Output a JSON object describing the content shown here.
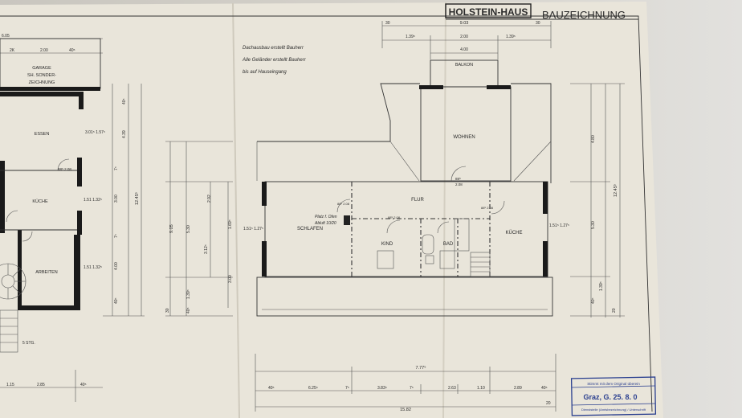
{
  "title_block": {
    "brand": "HOLSTEIN-HAUS",
    "sheet": "BAUZEICHNUNG"
  },
  "notes": {
    "line1": "Dachausbau erstellt Bauherr",
    "line2": "Alle Geländer erstellt Bauherr",
    "line3": "bis auf Hauseingang"
  },
  "upper_floor": {
    "rooms": {
      "balkon": "BALKON",
      "wohnen": "WOHNEN",
      "flur": "FLUR",
      "schlafen": "SCHLAFEN",
      "kind": "KIND",
      "bad": "BAD",
      "kueche": "KÜCHE"
    },
    "notes": {
      "platz": "Platz f. Ofen",
      "abluft": "Abluft 10/20"
    },
    "door_heights": [
      "88⁵",
      "2.08",
      "2.08",
      "88⁵ 2.08",
      "88⁵ 2.08",
      "88⁵ 2.08"
    ],
    "dimensions": {
      "top_total": "9.03",
      "top_parts": [
        "30",
        "1.39⁵",
        "2.00",
        "1.39⁵",
        "30"
      ],
      "balkon_width": "4.00",
      "bottom_total": "15.82",
      "bottom_sub": "7.77⁵",
      "bottom_parts": [
        "40⁵",
        "6.25⁵",
        "7⁵",
        "3.83⁵",
        "7⁵",
        "2.63",
        "1.10",
        "2.89",
        "40⁵",
        "20"
      ],
      "right_total": "12.45⁵",
      "right_parts": [
        "4.80",
        "5.30",
        "1.39⁵",
        "40⁵",
        "20"
      ],
      "left_total": "9.05",
      "left_parts": [
        "5.30",
        "1.39⁵",
        "40⁵",
        "30",
        "3.12⁵",
        "3.00",
        "1.69⁵",
        "2.92"
      ],
      "window_left": "1.51⁵ 1.27⁵",
      "window_right": "1.51⁵ 1.27⁵"
    }
  },
  "ground_floor": {
    "rooms": {
      "garage": "GARAGE",
      "garage_note1": "SH. SONDER-",
      "garage_note2": "ZEICHNUNG",
      "essen": "ESSEN",
      "kueche": "KÜCHE",
      "arbeiten": "ARBEITEN"
    },
    "dimensions": {
      "top": "6.05",
      "top_parts": [
        "2K",
        "2.00",
        "40⁵"
      ],
      "essen_win": "3.01⁵ 1.57⁵",
      "kueche_win": "1.51 1.32⁵",
      "arbeiten_win": "1.51 1.32⁵",
      "right_total": "12.45⁵",
      "right_parts": [
        "40⁵",
        "4.39",
        "7⁵",
        "3.00",
        "7⁵",
        "4.00",
        "40⁵"
      ],
      "door": "88⁵ 2.08",
      "stairs": "5 STG.",
      "bottom_parts": [
        "1.15",
        "2.85",
        "40⁵"
      ]
    }
  },
  "stamp": {
    "line1": "Stimmt mit dem Original überein",
    "line2": "Graz, G. 25. 8. 0",
    "line3": "Dienststelle (Amtsbezeichnung) / Unterschrift"
  },
  "colors": {
    "paper": "#e9e5da",
    "ink": "#1a1a1a",
    "stamp": "#2a3f8f"
  }
}
